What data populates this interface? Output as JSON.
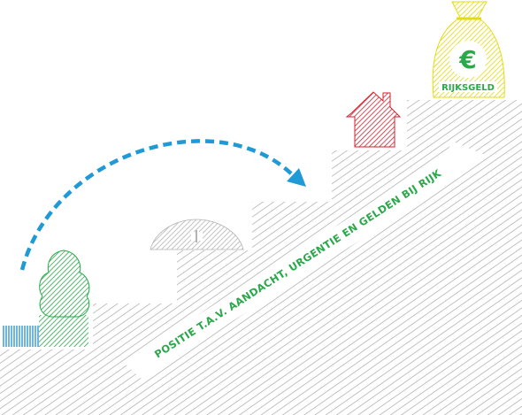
{
  "diagram": {
    "arrow_text": "POSITIE T.A.V. AANDACHT, URGENTIE EN GELDEN BIJ RIJK",
    "money_bag": {
      "symbol": "€",
      "label": "RIJKSGELD"
    },
    "colors": {
      "stairs": "#9e9e9e",
      "grass": "#1f8fc9",
      "tree": "#2aa84a",
      "house": "#d3212f",
      "bag": "#ece81a",
      "bag_text": "#2aa84a",
      "arc": "#1f9ad6",
      "arrow_text": "#2aa84a",
      "tent": "#b4b4b4"
    },
    "icons": [
      "grass-icon",
      "tree-icon",
      "tent-icon",
      "house-icon",
      "money-bag-icon",
      "dashed-arc-arrow"
    ]
  }
}
